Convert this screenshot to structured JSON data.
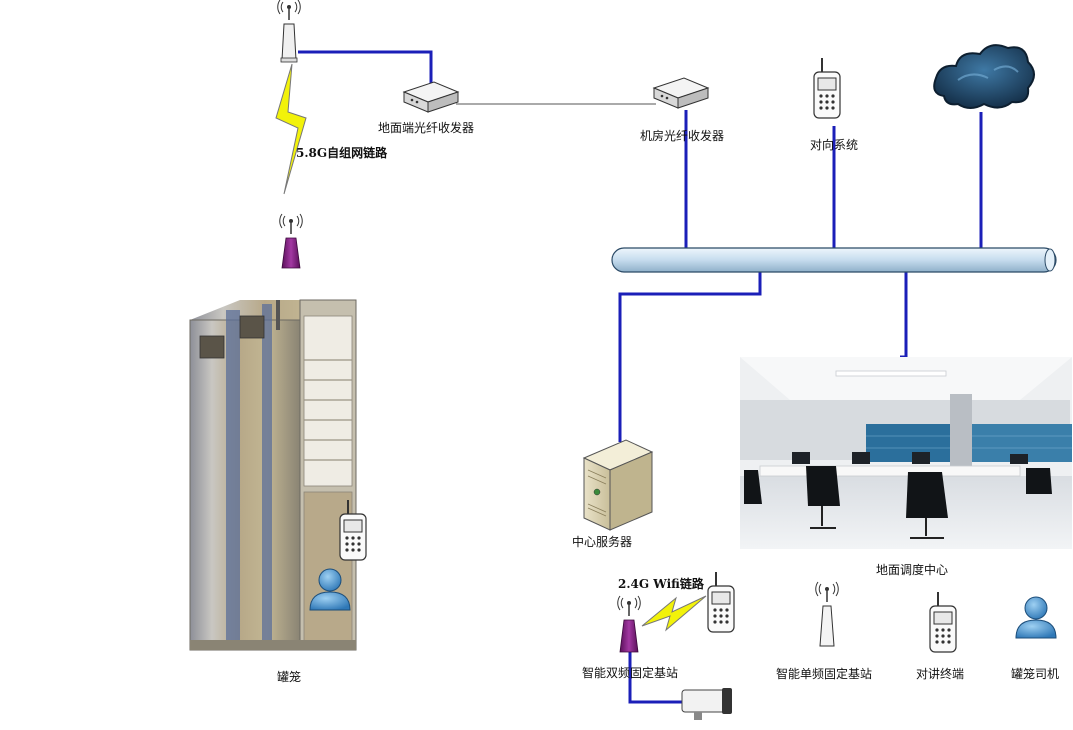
{
  "labels": {
    "ground_transceiver": "地面端光纤收发器",
    "room_transceiver": "机房光纤收发器",
    "intercom_system": "对向系统",
    "link_58g": "5.8G自组网链路",
    "cage": "罐笼",
    "central_server": "中心服务器",
    "dispatch_center": "地面调度中心",
    "link_24g": "2.4G Wifi链路",
    "dual_band_station": "智能双频固定基站",
    "single_band_station": "智能单频固定基站",
    "intercom_terminal": "对讲终端",
    "cage_driver": "罐笼司机"
  },
  "colors": {
    "link_blue": "#1b1fb8",
    "bus_fill": "#cfe3f2",
    "bus_stroke": "#2b4a66",
    "lightning": "#f2f20a",
    "station_purple": "#7a1a7a",
    "cloud": "#2a4a68"
  },
  "icons": {
    "antenna": "antenna-icon",
    "transceiver": "transceiver-icon",
    "phone": "walkie-phone-icon",
    "cloud": "cloud-icon",
    "server": "server-icon",
    "user": "user-icon",
    "camera": "camera-icon",
    "lightning": "lightning-icon"
  }
}
